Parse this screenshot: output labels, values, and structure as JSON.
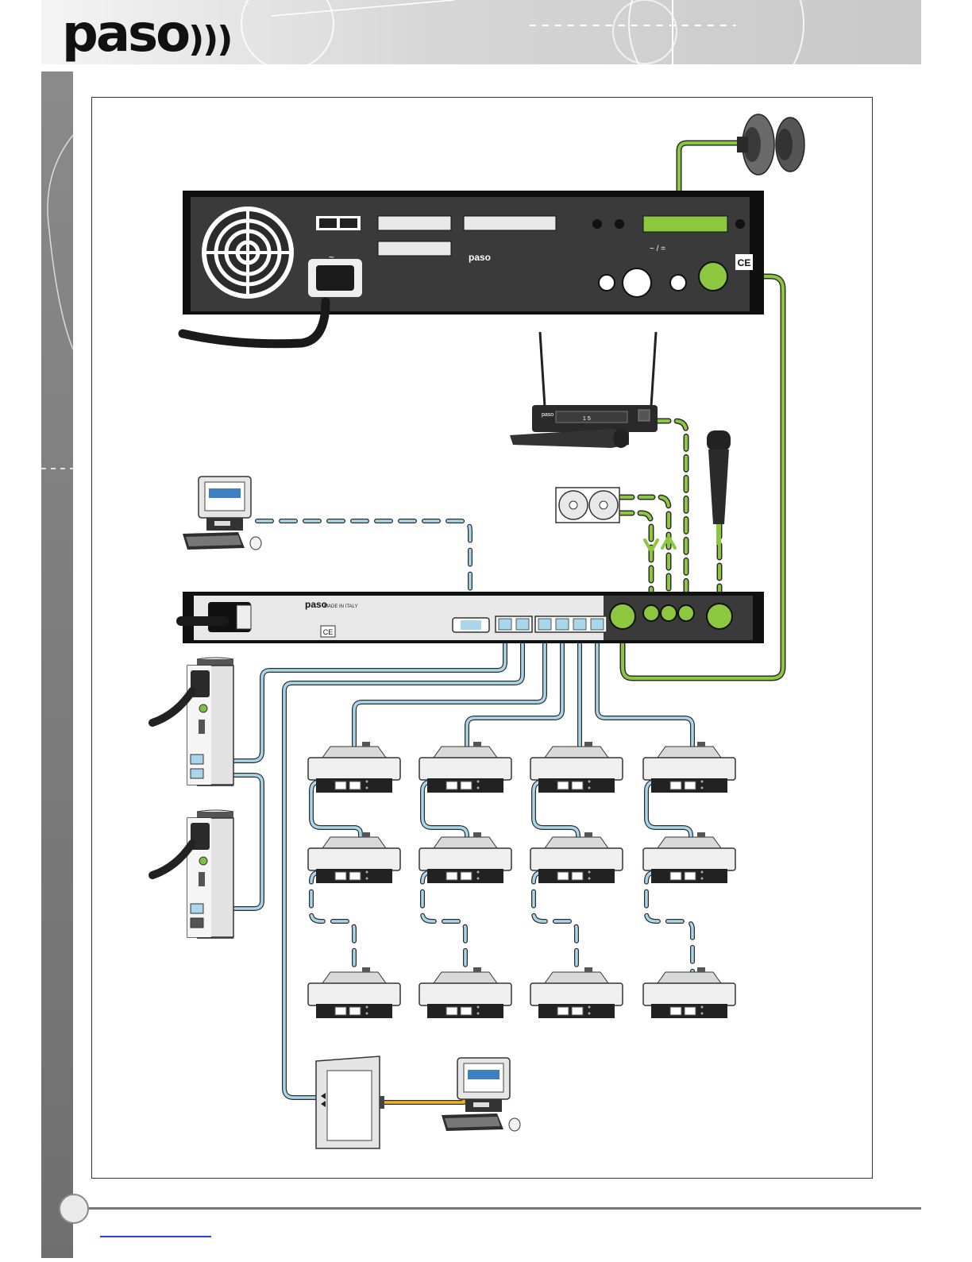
{
  "brand": {
    "logo_text": "paso"
  },
  "amplifier": {
    "brand_label": "paso",
    "ce_mark": "CE",
    "mains_symbol": "~",
    "mode_symbol": "~ / ="
  },
  "control_unit": {
    "brand_label": "paso",
    "made_in": "MADE IN ITALY",
    "ce_mark": "CE"
  },
  "wireless_receiver": {
    "brand_label": "paso",
    "display_value": "1 5"
  },
  "colors": {
    "audio_cable": "#8dc63f",
    "network_cable": "#a9d6ea",
    "pc_link_cable": "#f5b324",
    "device_dark": "#2b2b2b",
    "device_light": "#e9e9e9"
  },
  "legend_icons": [
    "fan-icon",
    "speaker-icon",
    "microphone-icon",
    "wireless-receiver-icon",
    "cd-player-icon",
    "computer-icon",
    "delegate-unit-icon",
    "wall-socket-icon",
    "interface-box-icon"
  ]
}
